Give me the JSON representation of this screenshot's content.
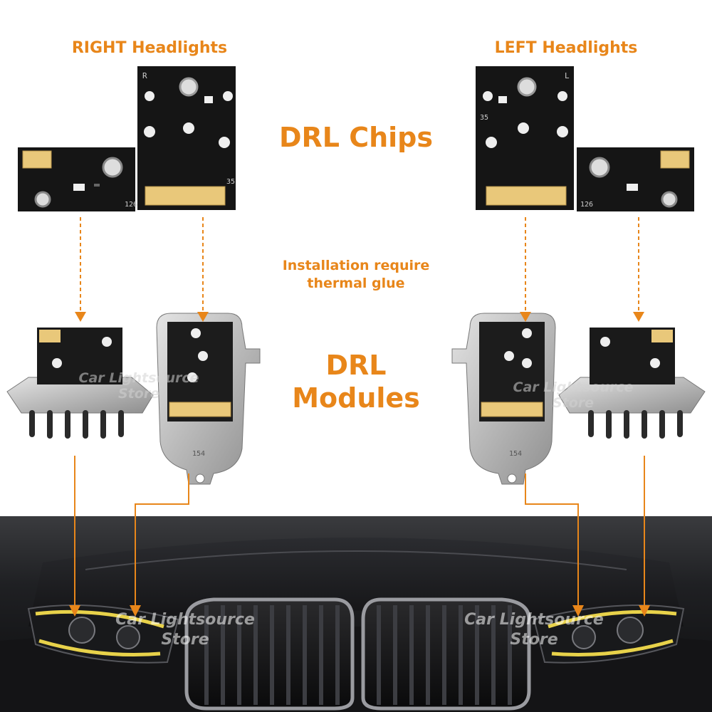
{
  "labels": {
    "right_headlights": "RIGHT Headlights",
    "left_headlights": "LEFT Headlights",
    "drl_chips": "DRL Chips",
    "drl_modules_line1": "DRL",
    "drl_modules_line2": "Modules",
    "install_line1": "Installation require",
    "install_line2": "thermal glue"
  },
  "watermark": {
    "line1": "Car Lightsource",
    "line2": "Store"
  },
  "pcb_marks": {
    "right_large_letter": "R",
    "left_large_letter": "L",
    "code_35": "35",
    "code_126": "126",
    "module_code": "154"
  },
  "colors": {
    "accent": "#e8861a",
    "pcb": "#1a1a1a",
    "car_body": "#1c1c1e",
    "drl_glow": "#e8d24a"
  }
}
